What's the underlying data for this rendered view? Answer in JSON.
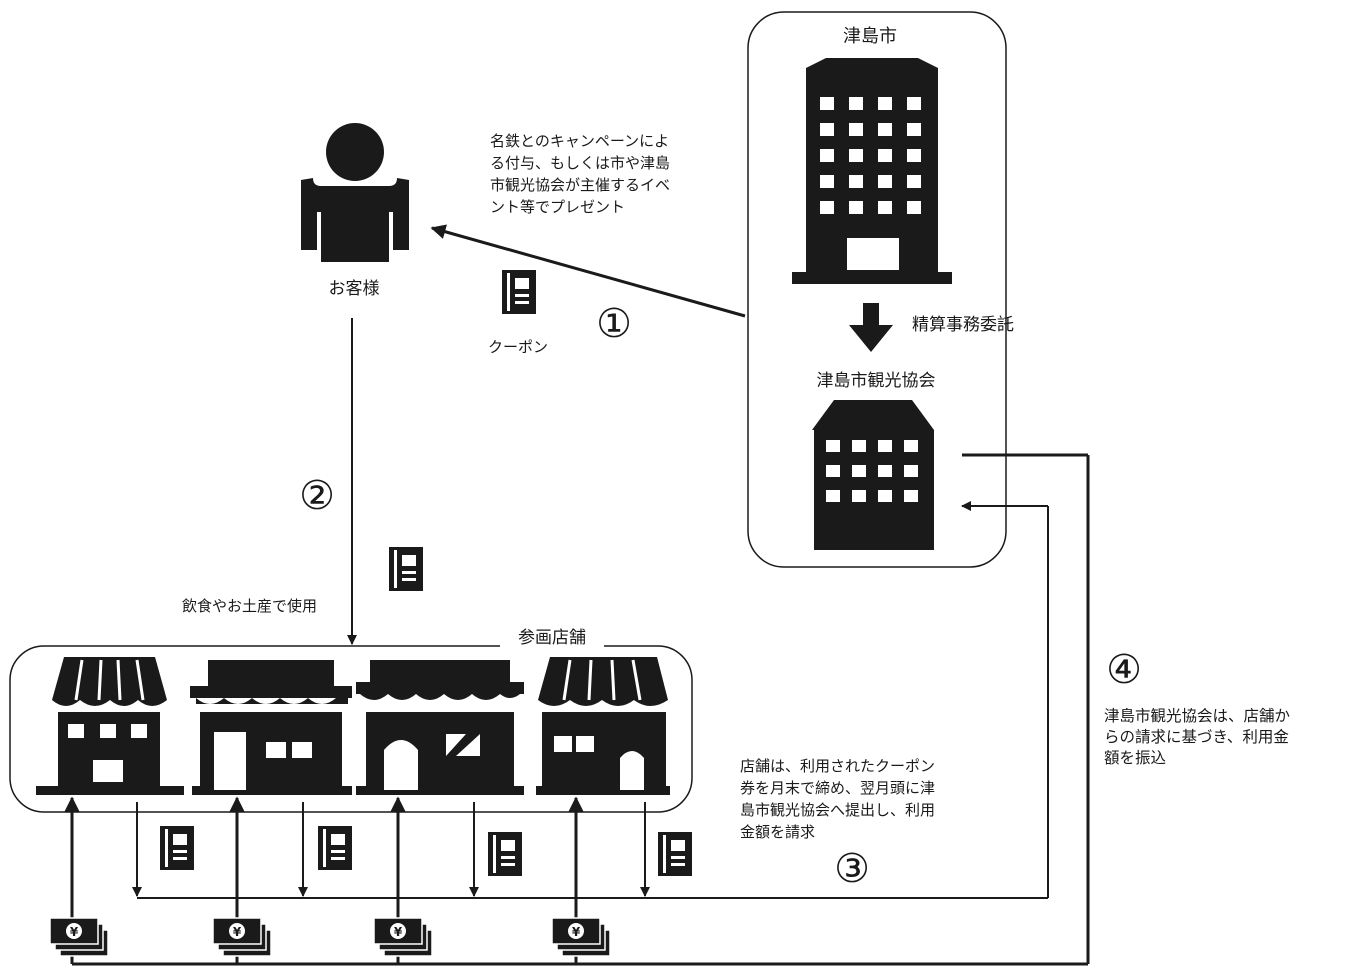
{
  "city_name": "津島市",
  "delegation_label": "精算事務委託",
  "association_name": "津島市観光協会",
  "customer_label": "お客様",
  "coupon_label": "クーポン",
  "step1_number": "①",
  "step1_desc": [
    "名鉄とのキャンペーンによ",
    "る付与、もしくは市や津島",
    "市観光協会が主催するイベ",
    "ント等でプレゼント"
  ],
  "step2_number": "②",
  "step2_desc": "飲食やお土産で使用",
  "stores_label": "参画店舗",
  "step3_number": "③",
  "step3_desc": [
    "店舗は、利用されたクーポン",
    "券を月末で締め、翌月頭に津",
    "島市観光協会へ提出し、利用",
    "金額を請求"
  ],
  "step4_number": "④",
  "step4_desc": [
    "津島市観光協会は、店舗か",
    "らの請求に基づき、利用金",
    "額を振込"
  ],
  "yen_symbol": "¥"
}
